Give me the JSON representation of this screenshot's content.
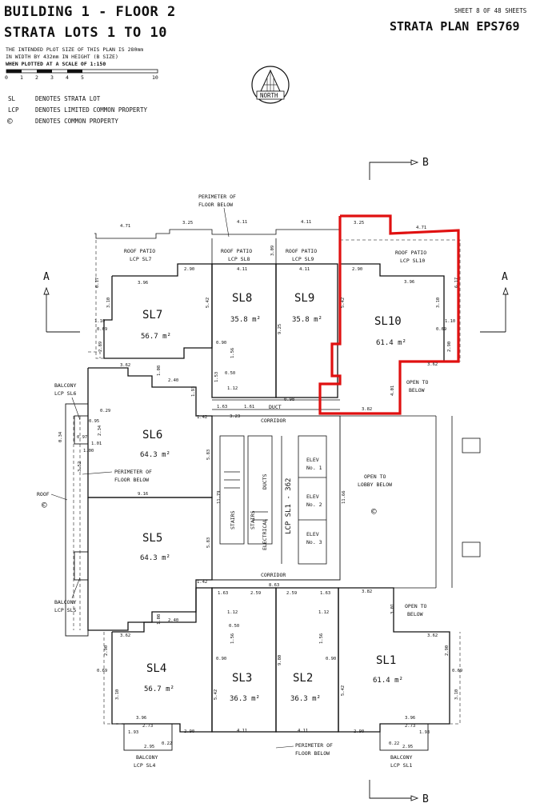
{
  "header": {
    "title_line1": "BUILDING 1 - FLOOR 2",
    "title_line2": "STRATA LOTS 1 TO 10",
    "sheet": "SHEET 8 OF 48 SHEETS",
    "plan": "STRATA PLAN EPS769",
    "note_line1": "THE INTENDED PLOT SIZE OF THIS PLAN IS 280mm",
    "note_line2": "IN WIDTH BY 432mm IN HEIGHT (B SIZE)",
    "note_line3": "WHEN PLOTTED AT A SCALE OF 1:150",
    "scale_ticks": [
      "0",
      "1",
      "2",
      "3",
      "4",
      "5",
      "10"
    ]
  },
  "legend": [
    {
      "abbr": "SL",
      "text": "DENOTES STRATA LOT"
    },
    {
      "abbr": "LCP",
      "text": "DENOTES LIMITED COMMON PROPERTY"
    },
    {
      "abbr": "©",
      "text": "DENOTES COMMON PROPERTY"
    }
  ],
  "north_label": "NORTH",
  "section_labels": {
    "a": "A",
    "b": "B"
  },
  "lots": {
    "sl1": {
      "name": "SL1",
      "area": "61.4 m²"
    },
    "sl2": {
      "name": "SL2",
      "area": "36.3 m²"
    },
    "sl3": {
      "name": "SL3",
      "area": "36.3 m²"
    },
    "sl4": {
      "name": "SL4",
      "area": "56.7 m²"
    },
    "sl5": {
      "name": "SL5",
      "area": "64.3 m²"
    },
    "sl6": {
      "name": "SL6",
      "area": "64.3 m²"
    },
    "sl7": {
      "name": "SL7",
      "area": "56.7 m²"
    },
    "sl8": {
      "name": "SL8",
      "area": "35.8 m²"
    },
    "sl9": {
      "name": "SL9",
      "area": "35.8 m²"
    },
    "sl10": {
      "name": "SL10",
      "area": "61.4 m²"
    }
  },
  "labels": {
    "patio_sl7": [
      "ROOF PATIO",
      "LCP SL7"
    ],
    "patio_sl8": [
      "ROOF PATIO",
      "LCP SL8"
    ],
    "patio_sl9": [
      "ROOF PATIO",
      "LCP SL9"
    ],
    "patio_sl10": [
      "ROOF PATIO",
      "LCP SL10"
    ],
    "perimeter_top": [
      "PERIMETER OF",
      "FLOOR BELOW"
    ],
    "perimeter_left": [
      "PERIMETER OF",
      "FLOOR BELOW"
    ],
    "perimeter_bottom": [
      "PERIMETER OF",
      "FLOOR BELOW"
    ],
    "balcony_sl6": [
      "BALCONY",
      "LCP SL6"
    ],
    "balcony_sl5": [
      "BALCONY",
      "LCP SL5"
    ],
    "balcony_sl4": [
      "BALCONY",
      "LCP SL4"
    ],
    "balcony_sl1": [
      "BALCONY",
      "LCP SL1"
    ],
    "roof": "ROOF",
    "open_to_below_top": [
      "OPEN TO",
      "BELOW"
    ],
    "open_to_below_bottom": [
      "OPEN TO",
      "BELOW"
    ],
    "open_to_lobby": [
      "OPEN TO",
      "LOBBY BELOW"
    ],
    "corridor_top": "CORRIDOR",
    "corridor_bottom": "CORRIDOR",
    "duct": "DUCT",
    "ducts": "DUCTS",
    "stairs": "STAIRS",
    "electrical": "ELECTRICAL",
    "lcp_center": "LCP SL1 - 362",
    "elev1": [
      "ELEV",
      "No. 1"
    ],
    "elev2": [
      "ELEV",
      "No. 2"
    ],
    "elev3": [
      "ELEV",
      "No. 3"
    ],
    "cp_symbol": "©"
  },
  "dims": {
    "top_471": "4.71",
    "top_325a": "3.25",
    "top_411a": "4.11",
    "top_411b": "4.11",
    "top_325b": "3.25",
    "top_471b": "4.71",
    "sl7_396": "3.96",
    "sl7_290": "2.90",
    "sl7_617": "6.17",
    "sl7_310": "3.10",
    "sl7_110": "1.10",
    "sl7_069": "0.69",
    "sl7_289": "2.89",
    "sl7_542": "5.42",
    "sl8_411": "4.11",
    "sl8_090": "0.90",
    "sl8_156": "1.56",
    "sl8_050": "0.50",
    "sl8_112": "1.12",
    "sl8_153": "1.53",
    "sl9_411": "4.11",
    "sl9_925": "9.25",
    "sl9_309": "3.09",
    "sl10_290": "2.90",
    "sl10_396": "3.96",
    "sl10_617": "6.17",
    "sl10_310": "3.10",
    "sl10_110": "1.10",
    "sl10_069": "0.69",
    "sl10_290b": "2.90",
    "sl10_362": "3.62",
    "sl10_542": "5.42",
    "sl10_401": "4.01",
    "sl10_382": "3.82",
    "sl6_362": "3.62",
    "sl6_108": "1.08",
    "sl6_240": "2.40",
    "sl6_193": "1.93",
    "sl6_029": "0.29",
    "sl6_142": "1.42",
    "sl6_323": "3.23",
    "sl6_583": "5.83",
    "cor_163": "1.63",
    "cor_161": "1.61",
    "cor_098": "0.98",
    "bal_095": "0.95",
    "bal_097": "0.97",
    "bal_101": "1.01",
    "bal_100": "1.00",
    "bal_234": "2.34",
    "bal_034": "0.34",
    "bal_352": "3.52",
    "mid_916": "9.16",
    "mid_1179": "11.79",
    "mid_1166": "11.66",
    "sl5_583": "5.83",
    "sl5_142": "1.42",
    "sl5_863": "8.63",
    "bot_362a": "3.62",
    "bot_108": "1.08",
    "bot_240": "2.40",
    "bot_163a": "1.63",
    "bot_259a": "2.59",
    "bot_259b": "2.59",
    "bot_163b": "1.63",
    "bot_382": "3.82",
    "bot_301": "3.01",
    "bot_362b": "3.62",
    "sl4_290": "2.90",
    "sl4_069": "0.69",
    "sl4_310": "3.10",
    "sl4_396": "3.96",
    "sl4_273": "2.73",
    "sl4_193": "1.93",
    "sl4_295": "2.95",
    "sl4_022": "0.22",
    "sl3_542": "5.42",
    "sl3_411": "4.11",
    "sl3_112": "1.12",
    "sl3_050": "0.50",
    "sl3_156": "1.56",
    "sl3_090": "0.90",
    "sl2_980": "9.80",
    "sl2_411": "4.11",
    "sl2_112": "1.12",
    "sl2_156": "1.56",
    "sl2_090": "0.90",
    "sl2_542": "5.42",
    "sl1_290": "2.90",
    "sl1_069": "0.69",
    "sl1_310": "3.10",
    "sl1_396": "3.96",
    "sl1_273": "2.73",
    "sl1_193": "1.93",
    "sl1_295": "2.95",
    "sl1_022": "0.22"
  },
  "colors": {
    "highlight": "#e01010",
    "ink": "#111111",
    "dash": "#555555"
  }
}
